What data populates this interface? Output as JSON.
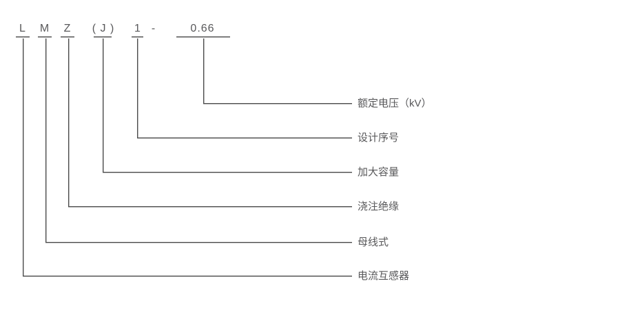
{
  "diagram": {
    "code": [
      {
        "text": "L"
      },
      {
        "text": "M"
      },
      {
        "text": "Z"
      },
      {
        "text": "( J )"
      },
      {
        "text": "1"
      },
      {
        "text": "-"
      },
      {
        "text": "0.66"
      }
    ],
    "labels": [
      {
        "text": "额定电压（kV）"
      },
      {
        "text": "设计序号"
      },
      {
        "text": "加大容量"
      },
      {
        "text": "浇注绝缘"
      },
      {
        "text": "母线式"
      },
      {
        "text": "电流互感器"
      }
    ],
    "colors": {
      "line": "#4a4a4a",
      "line_shadow": "#b5b5b5",
      "text": "#58585a",
      "background": "#ffffff"
    }
  }
}
